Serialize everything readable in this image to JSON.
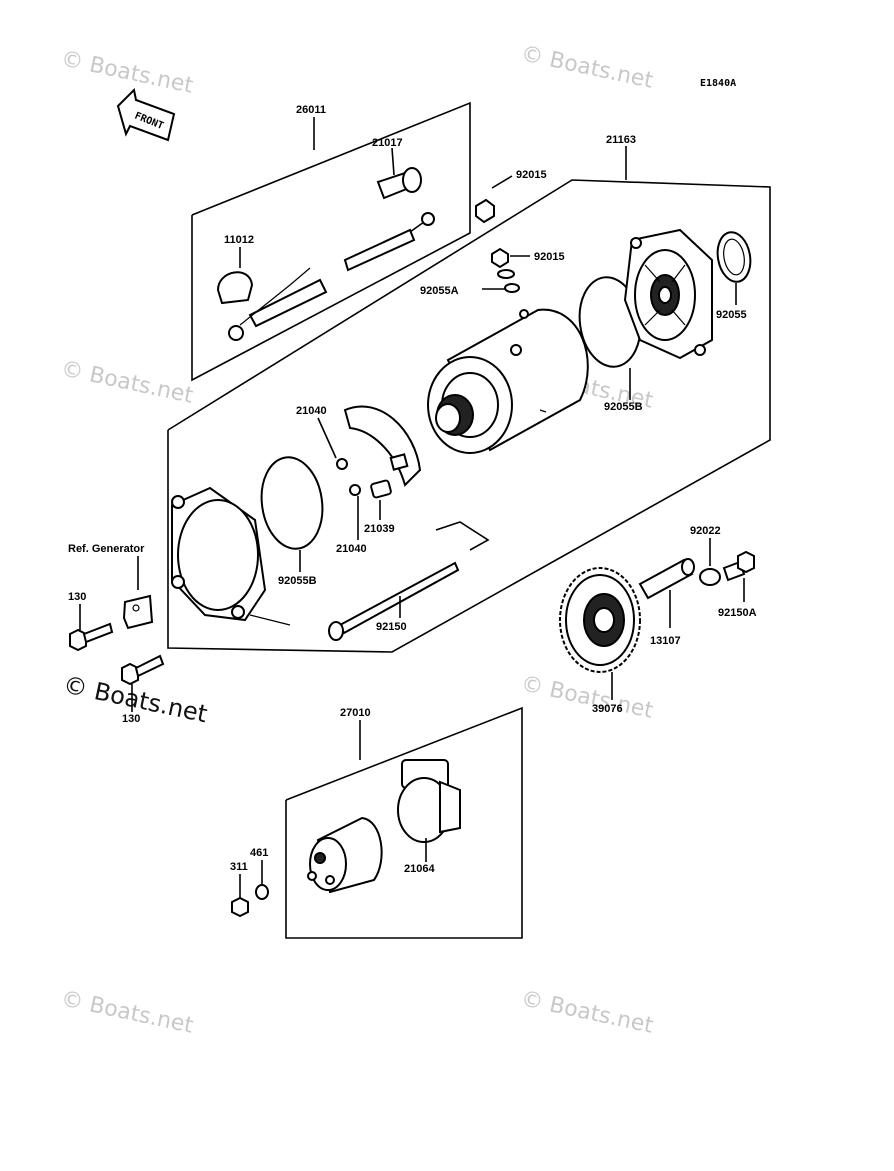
{
  "diagram_code": "E1840A",
  "front_label": "FRONT",
  "reference_note": "Ref. Generator",
  "watermark_text": "© Boats.net",
  "part_numbers": {
    "p26011": "26011",
    "p21017": "21017",
    "p11012": "11012",
    "p21163": "21163",
    "p92015_a": "92015",
    "p92015_b": "92015",
    "p92055A": "92055A",
    "p92055": "92055",
    "p92055B_a": "92055B",
    "p92055B_b": "92055B",
    "p21040_a": "21040",
    "p21040_b": "21040",
    "p21039": "21039",
    "p92150": "92150",
    "p92022": "92022",
    "p92150A": "92150A",
    "p13107": "13107",
    "p39076": "39076",
    "p130_a": "130",
    "p130_b": "130",
    "p27010": "27010",
    "p21064": "21064",
    "p461": "461",
    "p311": "311"
  }
}
